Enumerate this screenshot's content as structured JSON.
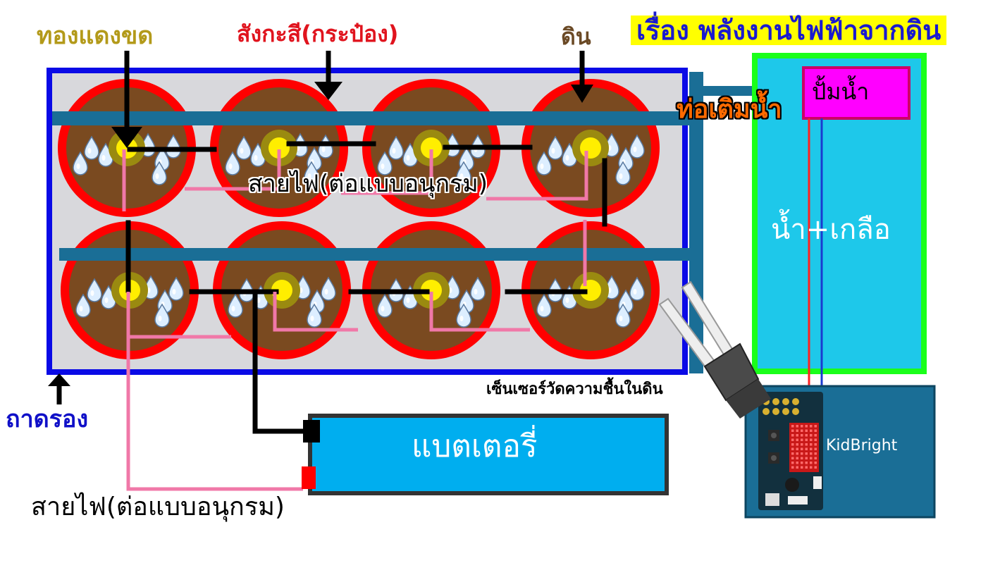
{
  "title": "เรื่อง พลังงานไฟฟ้าจากดิน",
  "labels": {
    "copper": "ทองแดงขด",
    "zinc": "สังกะสี(กระป๋อง)",
    "soil": "ดิน",
    "wire_top": "สายไฟ(ต่อแบบอนุกรม)",
    "wire_bottom": "สายไฟ(ต่อแบบอนุกรม)",
    "tray": "ถาดรอง",
    "battery": "แบตเตอรี่",
    "refill_pipe": "ท่อเติมน้ำ",
    "pump": "ปั้มน้ำ",
    "tank": "น้ำ+เกลือ",
    "sensor": "เซ็นเซอร์วัดความชื้นในดิน",
    "board": "KidBright"
  },
  "colors": {
    "title": "#1a1ad0",
    "title_bg": "#ffff00",
    "copper": "#b39a1a",
    "zinc": "#e0141e",
    "soil": "#6b4a26",
    "tray": "#1010c8",
    "tray_border": "#0a0ae6",
    "tray_fill": "#d8d8dc",
    "can_ring": "#ff0000",
    "soil_fill": "#7a4a20",
    "pipe": "#1a6e96",
    "wire_black": "#000000",
    "wire_pink": "#f078a8",
    "battery": "#00aeef",
    "tank_frame": "#1aff1a",
    "tank_water": "#1ec8ea",
    "pump_fill": "#ff00ff",
    "refill_text": "#ff6a00",
    "board_panel": "#1a6e96"
  }
}
